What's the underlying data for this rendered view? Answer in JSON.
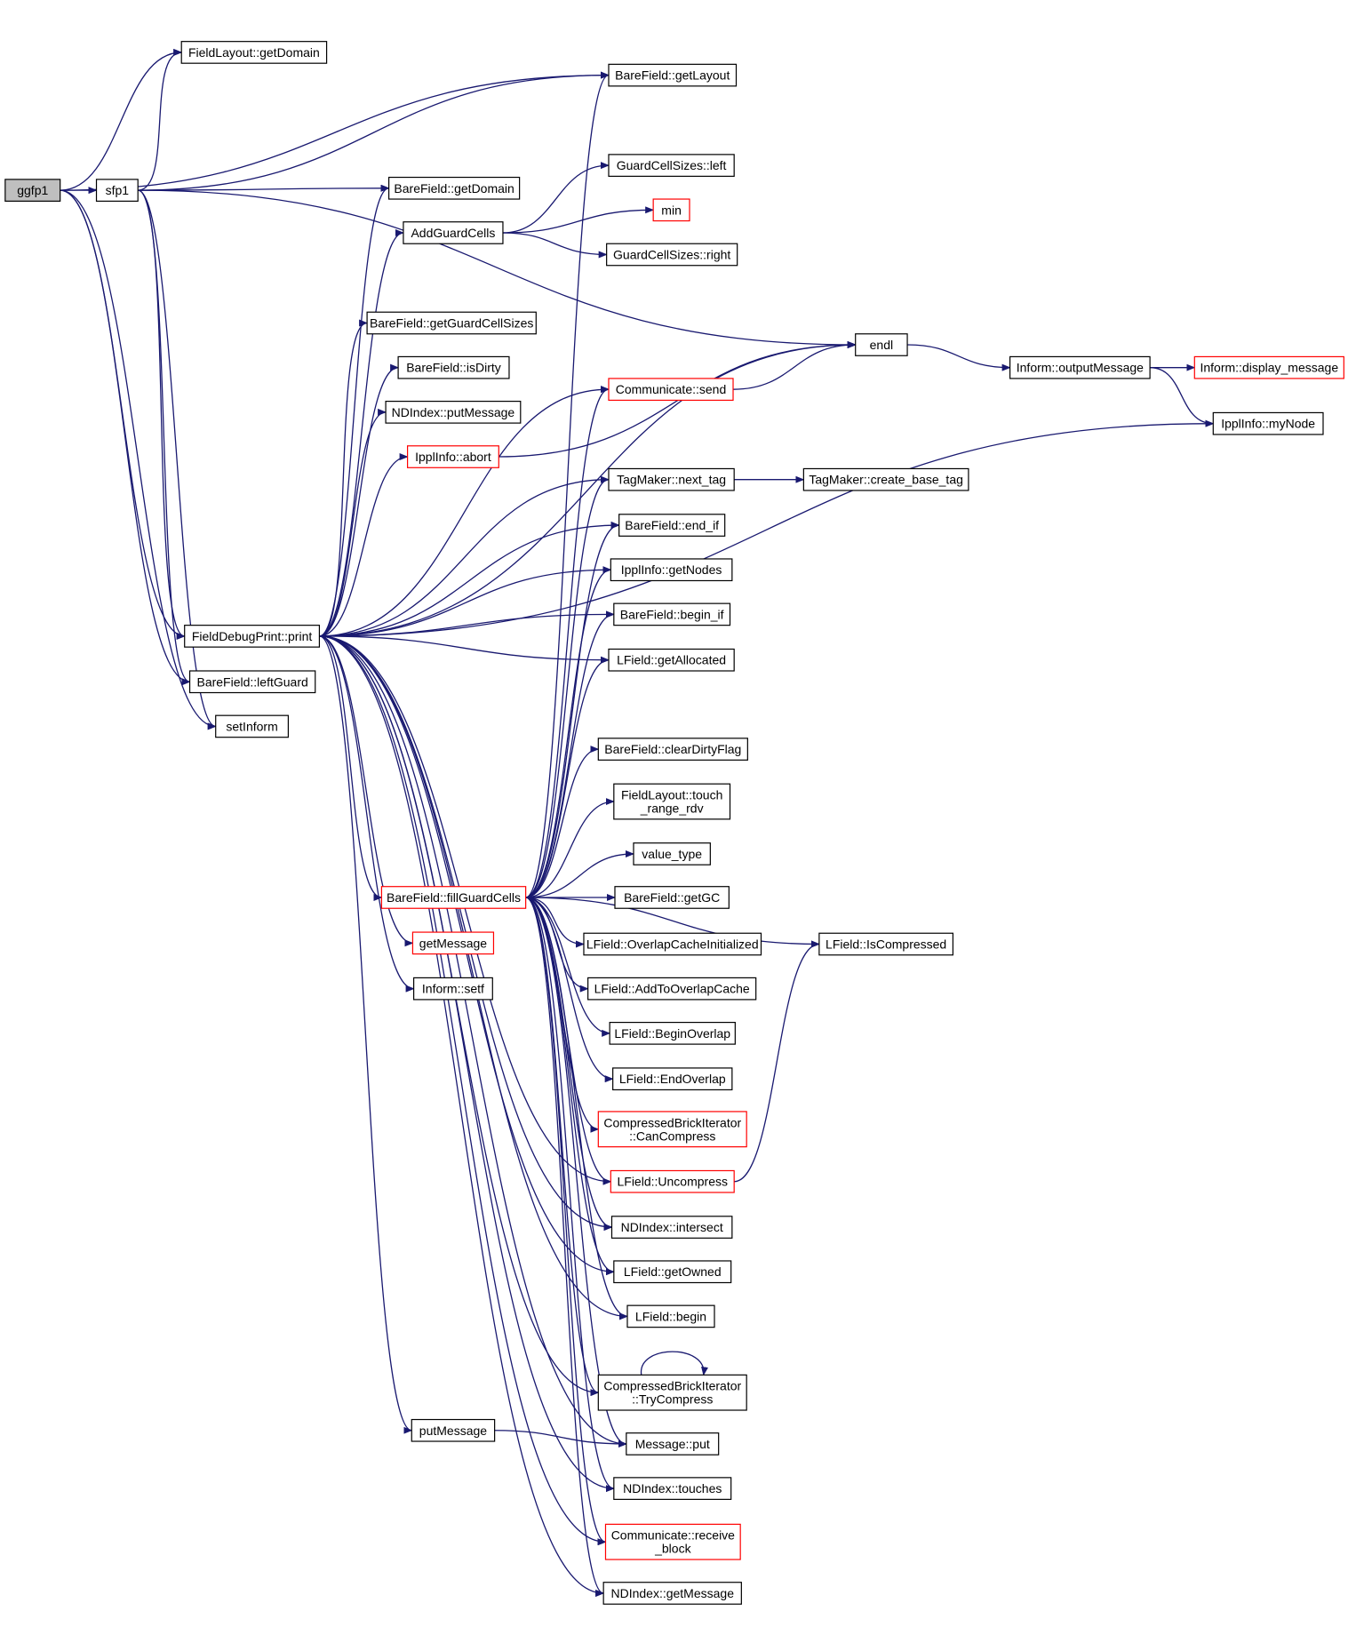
{
  "graph": {
    "nodes": [
      {
        "id": "ggfp1",
        "lines": [
          "ggfp1"
        ],
        "root": true
      },
      {
        "id": "sfp1",
        "lines": [
          "sfp1"
        ]
      },
      {
        "id": "fl_getDomain",
        "lines": [
          "FieldLayout::getDomain"
        ]
      },
      {
        "id": "bf_getLayout",
        "lines": [
          "BareField::getLayout"
        ]
      },
      {
        "id": "bf_getDomain",
        "lines": [
          "BareField::getDomain"
        ]
      },
      {
        "id": "AddGuardCells",
        "lines": [
          "AddGuardCells"
        ]
      },
      {
        "id": "gcs_left",
        "lines": [
          "GuardCellSizes::left"
        ]
      },
      {
        "id": "min",
        "lines": [
          "min"
        ],
        "incomplete": true
      },
      {
        "id": "gcs_right",
        "lines": [
          "GuardCellSizes::right"
        ]
      },
      {
        "id": "bf_getGuardCellSizes",
        "lines": [
          "BareField::getGuardCellSizes"
        ]
      },
      {
        "id": "endl",
        "lines": [
          "endl"
        ]
      },
      {
        "id": "bf_isDirty",
        "lines": [
          "BareField::isDirty"
        ]
      },
      {
        "id": "ndi_putMessage",
        "lines": [
          "NDIndex::putMessage"
        ]
      },
      {
        "id": "ippl_abort",
        "lines": [
          "IpplInfo::abort"
        ],
        "incomplete": true
      },
      {
        "id": "comm_send",
        "lines": [
          "Communicate::send"
        ],
        "incomplete": true
      },
      {
        "id": "inf_outputMessage",
        "lines": [
          "Inform::outputMessage"
        ]
      },
      {
        "id": "inf_display_message",
        "lines": [
          "Inform::display_message"
        ],
        "incomplete": true
      },
      {
        "id": "ippl_myNode",
        "lines": [
          "IpplInfo::myNode"
        ]
      },
      {
        "id": "tm_next_tag",
        "lines": [
          "TagMaker::next_tag"
        ]
      },
      {
        "id": "tm_create_base_tag",
        "lines": [
          "TagMaker::create_base_tag"
        ]
      },
      {
        "id": "bf_end_if",
        "lines": [
          "BareField::end_if"
        ]
      },
      {
        "id": "ippl_getNodes",
        "lines": [
          "IpplInfo::getNodes"
        ]
      },
      {
        "id": "bf_begin_if",
        "lines": [
          "BareField::begin_if"
        ]
      },
      {
        "id": "fdp_print",
        "lines": [
          "FieldDebugPrint::print"
        ]
      },
      {
        "id": "lf_getAllocated",
        "lines": [
          "LField::getAllocated"
        ]
      },
      {
        "id": "bf_leftGuard",
        "lines": [
          "BareField::leftGuard"
        ]
      },
      {
        "id": "setInform",
        "lines": [
          "setInform"
        ]
      },
      {
        "id": "bf_clearDirtyFlag",
        "lines": [
          "BareField::clearDirtyFlag"
        ]
      },
      {
        "id": "fl_touch_range_rdv",
        "lines": [
          "FieldLayout::touch",
          "_range_rdv"
        ]
      },
      {
        "id": "value_type",
        "lines": [
          "value_type"
        ]
      },
      {
        "id": "bf_fillGuardCells",
        "lines": [
          "BareField::fillGuardCells"
        ],
        "incomplete": true
      },
      {
        "id": "bf_getGC",
        "lines": [
          "BareField::getGC"
        ]
      },
      {
        "id": "getMessage",
        "lines": [
          "getMessage"
        ],
        "incomplete": true
      },
      {
        "id": "lf_OverlapCacheInitialized",
        "lines": [
          "LField::OverlapCacheInitialized"
        ]
      },
      {
        "id": "lf_IsCompressed",
        "lines": [
          "LField::IsCompressed"
        ]
      },
      {
        "id": "inf_setf",
        "lines": [
          "Inform::setf"
        ]
      },
      {
        "id": "lf_AddToOverlapCache",
        "lines": [
          "LField::AddToOverlapCache"
        ]
      },
      {
        "id": "lf_BeginOverlap",
        "lines": [
          "LField::BeginOverlap"
        ]
      },
      {
        "id": "lf_EndOverlap",
        "lines": [
          "LField::EndOverlap"
        ]
      },
      {
        "id": "cbi_CanCompress",
        "lines": [
          "CompressedBrickIterator",
          "::CanCompress"
        ],
        "incomplete": true
      },
      {
        "id": "lf_Uncompress",
        "lines": [
          "LField::Uncompress"
        ],
        "incomplete": true
      },
      {
        "id": "ndi_intersect",
        "lines": [
          "NDIndex::intersect"
        ]
      },
      {
        "id": "lf_getOwned",
        "lines": [
          "LField::getOwned"
        ]
      },
      {
        "id": "lf_begin",
        "lines": [
          "LField::begin"
        ]
      },
      {
        "id": "cbi_TryCompress",
        "lines": [
          "CompressedBrickIterator",
          "::TryCompress"
        ]
      },
      {
        "id": "putMessage",
        "lines": [
          "putMessage"
        ]
      },
      {
        "id": "msg_put",
        "lines": [
          "Message::put"
        ]
      },
      {
        "id": "ndi_touches",
        "lines": [
          "NDIndex::touches"
        ]
      },
      {
        "id": "comm_receive_block",
        "lines": [
          "Communicate::receive",
          "_block"
        ],
        "incomplete": true
      },
      {
        "id": "ndi_getMessage",
        "lines": [
          "NDIndex::getMessage"
        ]
      }
    ],
    "edges": [
      [
        "ggfp1",
        "sfp1"
      ],
      [
        "ggfp1",
        "fl_getDomain"
      ],
      [
        "ggfp1",
        "bf_getLayout"
      ],
      [
        "ggfp1",
        "fdp_print"
      ],
      [
        "ggfp1",
        "bf_leftGuard"
      ],
      [
        "ggfp1",
        "setInform"
      ],
      [
        "sfp1",
        "fl_getDomain"
      ],
      [
        "sfp1",
        "bf_getLayout"
      ],
      [
        "sfp1",
        "endl"
      ],
      [
        "sfp1",
        "bf_getDomain"
      ],
      [
        "sfp1",
        "fdp_print"
      ],
      [
        "sfp1",
        "bf_leftGuard"
      ],
      [
        "sfp1",
        "setInform"
      ],
      [
        "AddGuardCells",
        "gcs_left"
      ],
      [
        "AddGuardCells",
        "min"
      ],
      [
        "AddGuardCells",
        "gcs_right"
      ],
      [
        "endl",
        "inf_outputMessage"
      ],
      [
        "inf_outputMessage",
        "inf_display_message"
      ],
      [
        "inf_outputMessage",
        "ippl_myNode"
      ],
      [
        "comm_send",
        "endl"
      ],
      [
        "ippl_abort",
        "endl"
      ],
      [
        "tm_next_tag",
        "tm_create_base_tag"
      ],
      [
        "fdp_print",
        "bf_getDomain"
      ],
      [
        "fdp_print",
        "AddGuardCells"
      ],
      [
        "fdp_print",
        "endl"
      ],
      [
        "fdp_print",
        "bf_getGuardCellSizes"
      ],
      [
        "fdp_print",
        "bf_isDirty"
      ],
      [
        "fdp_print",
        "ndi_putMessage"
      ],
      [
        "fdp_print",
        "ippl_abort"
      ],
      [
        "fdp_print",
        "comm_send"
      ],
      [
        "fdp_print",
        "ippl_myNode"
      ],
      [
        "fdp_print",
        "tm_next_tag"
      ],
      [
        "fdp_print",
        "bf_end_if"
      ],
      [
        "fdp_print",
        "ippl_getNodes"
      ],
      [
        "fdp_print",
        "bf_begin_if"
      ],
      [
        "fdp_print",
        "lf_getAllocated"
      ],
      [
        "fdp_print",
        "bf_fillGuardCells"
      ],
      [
        "fdp_print",
        "getMessage"
      ],
      [
        "fdp_print",
        "inf_setf"
      ],
      [
        "fdp_print",
        "lf_Uncompress"
      ],
      [
        "fdp_print",
        "ndi_intersect"
      ],
      [
        "fdp_print",
        "lf_getOwned"
      ],
      [
        "fdp_print",
        "lf_begin"
      ],
      [
        "fdp_print",
        "cbi_TryCompress"
      ],
      [
        "fdp_print",
        "putMessage"
      ],
      [
        "fdp_print",
        "msg_put"
      ],
      [
        "fdp_print",
        "ndi_touches"
      ],
      [
        "fdp_print",
        "comm_receive_block"
      ],
      [
        "fdp_print",
        "ndi_getMessage"
      ],
      [
        "bf_fillGuardCells",
        "bf_getLayout"
      ],
      [
        "bf_fillGuardCells",
        "comm_send"
      ],
      [
        "bf_fillGuardCells",
        "tm_next_tag"
      ],
      [
        "bf_fillGuardCells",
        "bf_end_if"
      ],
      [
        "bf_fillGuardCells",
        "ippl_getNodes"
      ],
      [
        "bf_fillGuardCells",
        "bf_begin_if"
      ],
      [
        "bf_fillGuardCells",
        "lf_getAllocated"
      ],
      [
        "bf_fillGuardCells",
        "lf_IsCompressed"
      ],
      [
        "bf_fillGuardCells",
        "bf_clearDirtyFlag"
      ],
      [
        "bf_fillGuardCells",
        "fl_touch_range_rdv"
      ],
      [
        "bf_fillGuardCells",
        "value_type"
      ],
      [
        "bf_fillGuardCells",
        "bf_getGC"
      ],
      [
        "bf_fillGuardCells",
        "lf_OverlapCacheInitialized"
      ],
      [
        "bf_fillGuardCells",
        "lf_AddToOverlapCache"
      ],
      [
        "bf_fillGuardCells",
        "lf_BeginOverlap"
      ],
      [
        "bf_fillGuardCells",
        "lf_EndOverlap"
      ],
      [
        "bf_fillGuardCells",
        "cbi_CanCompress"
      ],
      [
        "bf_fillGuardCells",
        "lf_Uncompress"
      ],
      [
        "bf_fillGuardCells",
        "ndi_intersect"
      ],
      [
        "bf_fillGuardCells",
        "lf_getOwned"
      ],
      [
        "bf_fillGuardCells",
        "lf_begin"
      ],
      [
        "bf_fillGuardCells",
        "cbi_TryCompress"
      ],
      [
        "bf_fillGuardCells",
        "msg_put"
      ],
      [
        "bf_fillGuardCells",
        "ndi_touches"
      ],
      [
        "bf_fillGuardCells",
        "comm_receive_block"
      ],
      [
        "bf_fillGuardCells",
        "ndi_getMessage"
      ],
      [
        "lf_Uncompress",
        "lf_IsCompressed"
      ],
      [
        "cbi_TryCompress",
        "cbi_TryCompress"
      ],
      [
        "putMessage",
        "msg_put"
      ]
    ]
  }
}
